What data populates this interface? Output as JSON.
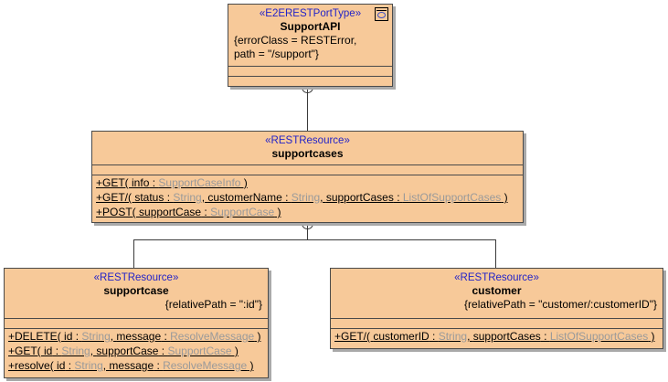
{
  "diagram": {
    "title": "SupportAPI REST resource model",
    "colors": {
      "fill": "#f7c999",
      "border": "#4a4a4a",
      "stereotype_text": "#2323c8",
      "type_text": "#9a9a9a",
      "shadow": "#a9a9a9",
      "background": "#ffffff"
    }
  },
  "classes": {
    "support_api": {
      "stereotype": "«E2ERESTPortType»",
      "name": "SupportAPI",
      "tags": [
        "{errorClass = RESTError,",
        "path = \"/support\"}"
      ],
      "icon": "port-type-icon"
    },
    "supportcases": {
      "stereotype": "«RESTResource»",
      "name": "supportcases",
      "tags": [],
      "operations": [
        {
          "text": "+GET( info : SupportCaseInfo )",
          "parts": [
            {
              "t": "+GET( ",
              "k": "sig"
            },
            {
              "t": "info",
              "k": "param"
            },
            {
              "t": " : ",
              "k": "sig"
            },
            {
              "t": "SupportCaseInfo",
              "k": "type"
            },
            {
              "t": " )",
              "k": "sig"
            }
          ]
        },
        {
          "text": "+GET/( status : String, customerName : String, supportCases : ListOfSupportCases )",
          "parts": [
            {
              "t": "+GET/( ",
              "k": "sig"
            },
            {
              "t": "status",
              "k": "param"
            },
            {
              "t": " : ",
              "k": "sig"
            },
            {
              "t": "String",
              "k": "type"
            },
            {
              "t": ", ",
              "k": "sig"
            },
            {
              "t": "customerName",
              "k": "param"
            },
            {
              "t": " : ",
              "k": "sig"
            },
            {
              "t": "String",
              "k": "type"
            },
            {
              "t": ", ",
              "k": "sig"
            },
            {
              "t": "supportCases",
              "k": "param"
            },
            {
              "t": " : ",
              "k": "sig"
            },
            {
              "t": "ListOfSupportCases",
              "k": "type"
            },
            {
              "t": " )",
              "k": "sig"
            }
          ]
        },
        {
          "text": "+POST( supportCase : SupportCase )",
          "parts": [
            {
              "t": "+POST( ",
              "k": "sig"
            },
            {
              "t": "supportCase",
              "k": "param"
            },
            {
              "t": " : ",
              "k": "sig"
            },
            {
              "t": "SupportCase",
              "k": "type"
            },
            {
              "t": " )",
              "k": "sig"
            }
          ]
        }
      ]
    },
    "supportcase": {
      "stereotype": "«RESTResource»",
      "name": "supportcase",
      "tags": [
        "{relativePath = \":id\"}"
      ],
      "operations": [
        {
          "text": "+DELETE( id : String, message : ResolveMessage )",
          "parts": [
            {
              "t": "+DELETE( ",
              "k": "sig"
            },
            {
              "t": "id",
              "k": "param"
            },
            {
              "t": " : ",
              "k": "sig"
            },
            {
              "t": "String",
              "k": "type"
            },
            {
              "t": ", ",
              "k": "sig"
            },
            {
              "t": "message",
              "k": "param"
            },
            {
              "t": " : ",
              "k": "sig"
            },
            {
              "t": "ResolveMessage",
              "k": "type"
            },
            {
              "t": " )",
              "k": "sig"
            }
          ]
        },
        {
          "text": "+GET( id : String, supportCase : SupportCase )",
          "parts": [
            {
              "t": "+GET( ",
              "k": "sig"
            },
            {
              "t": "id",
              "k": "param"
            },
            {
              "t": " : ",
              "k": "sig"
            },
            {
              "t": "String",
              "k": "type"
            },
            {
              "t": ", ",
              "k": "sig"
            },
            {
              "t": "supportCase",
              "k": "param"
            },
            {
              "t": " : ",
              "k": "sig"
            },
            {
              "t": "SupportCase",
              "k": "type"
            },
            {
              "t": " )",
              "k": "sig"
            }
          ]
        },
        {
          "text": "+resolve( id : String, message : ResolveMessage )",
          "parts": [
            {
              "t": "+resolve( ",
              "k": "sig"
            },
            {
              "t": "id",
              "k": "param"
            },
            {
              "t": " : ",
              "k": "sig"
            },
            {
              "t": "String",
              "k": "type"
            },
            {
              "t": ", ",
              "k": "sig"
            },
            {
              "t": "message",
              "k": "param"
            },
            {
              "t": " : ",
              "k": "sig"
            },
            {
              "t": "ResolveMessage",
              "k": "type"
            },
            {
              "t": " )",
              "k": "sig"
            }
          ]
        }
      ]
    },
    "customer": {
      "stereotype": "«RESTResource»",
      "name": "customer",
      "tags": [
        "{relativePath = \"customer/:customerID\"}"
      ],
      "operations": [
        {
          "text": "+GET/( customerID : String, supportCases : ListOfSupportCases )",
          "parts": [
            {
              "t": "+GET/( ",
              "k": "sig"
            },
            {
              "t": "customerID",
              "k": "param"
            },
            {
              "t": " : ",
              "k": "sig"
            },
            {
              "t": "String",
              "k": "type"
            },
            {
              "t": ", ",
              "k": "sig"
            },
            {
              "t": "supportCases",
              "k": "param"
            },
            {
              "t": " : ",
              "k": "sig"
            },
            {
              "t": "ListOfSupportCases",
              "k": "type"
            },
            {
              "t": " )",
              "k": "sig"
            }
          ]
        }
      ]
    }
  },
  "connectors": [
    {
      "name": "containment-supportapi-supportcases",
      "notation": "circle-plus"
    },
    {
      "name": "containment-supportcases-children",
      "notation": "circle-plus"
    }
  ]
}
